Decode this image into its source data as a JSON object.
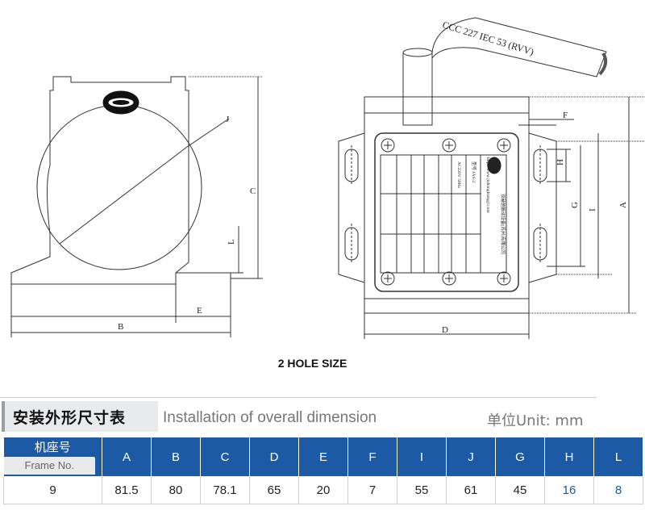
{
  "drawing": {
    "cable_label": "CCC 227 IEC   53 (RVV)",
    "dim_labels": {
      "A": "A",
      "B": "B",
      "C": "C",
      "D": "D",
      "E": "E",
      "F": "F",
      "G": "G",
      "H": "H",
      "I": "I",
      "J": "J",
      "L": "L"
    },
    "plate_text": [
      "双赫驰振动设备(苏州)有限公司",
      "http://www.jiahongbiangji.com",
      "型号 JAS-2",
      "AC220V 50Hz"
    ]
  },
  "caption": "2 HOLE SIZE",
  "table": {
    "title_cn": "安装外形尺寸表",
    "title_en": "Installation of overall dimension",
    "unit": "单位Unit: mm",
    "frame_cn": "机座号",
    "frame_en": "Frame No.",
    "columns": [
      "A",
      "B",
      "C",
      "D",
      "E",
      "F",
      "I",
      "J",
      "G",
      "H",
      "L"
    ],
    "row": [
      "9",
      "81.5",
      "80",
      "78.1",
      "65",
      "20",
      "7",
      "55",
      "61",
      "45",
      "16",
      "8"
    ],
    "accent_color": "#1c5aa6"
  }
}
